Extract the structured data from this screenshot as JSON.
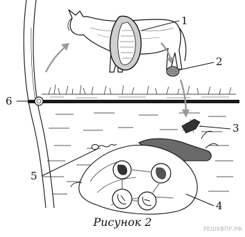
{
  "labels": {
    "l1": "1",
    "l2": "2",
    "l3": "3",
    "l4": "4",
    "l5": "5",
    "l6": "6"
  },
  "caption": "Рисунок 2",
  "watermark": "РЕШУВПР.РФ"
}
